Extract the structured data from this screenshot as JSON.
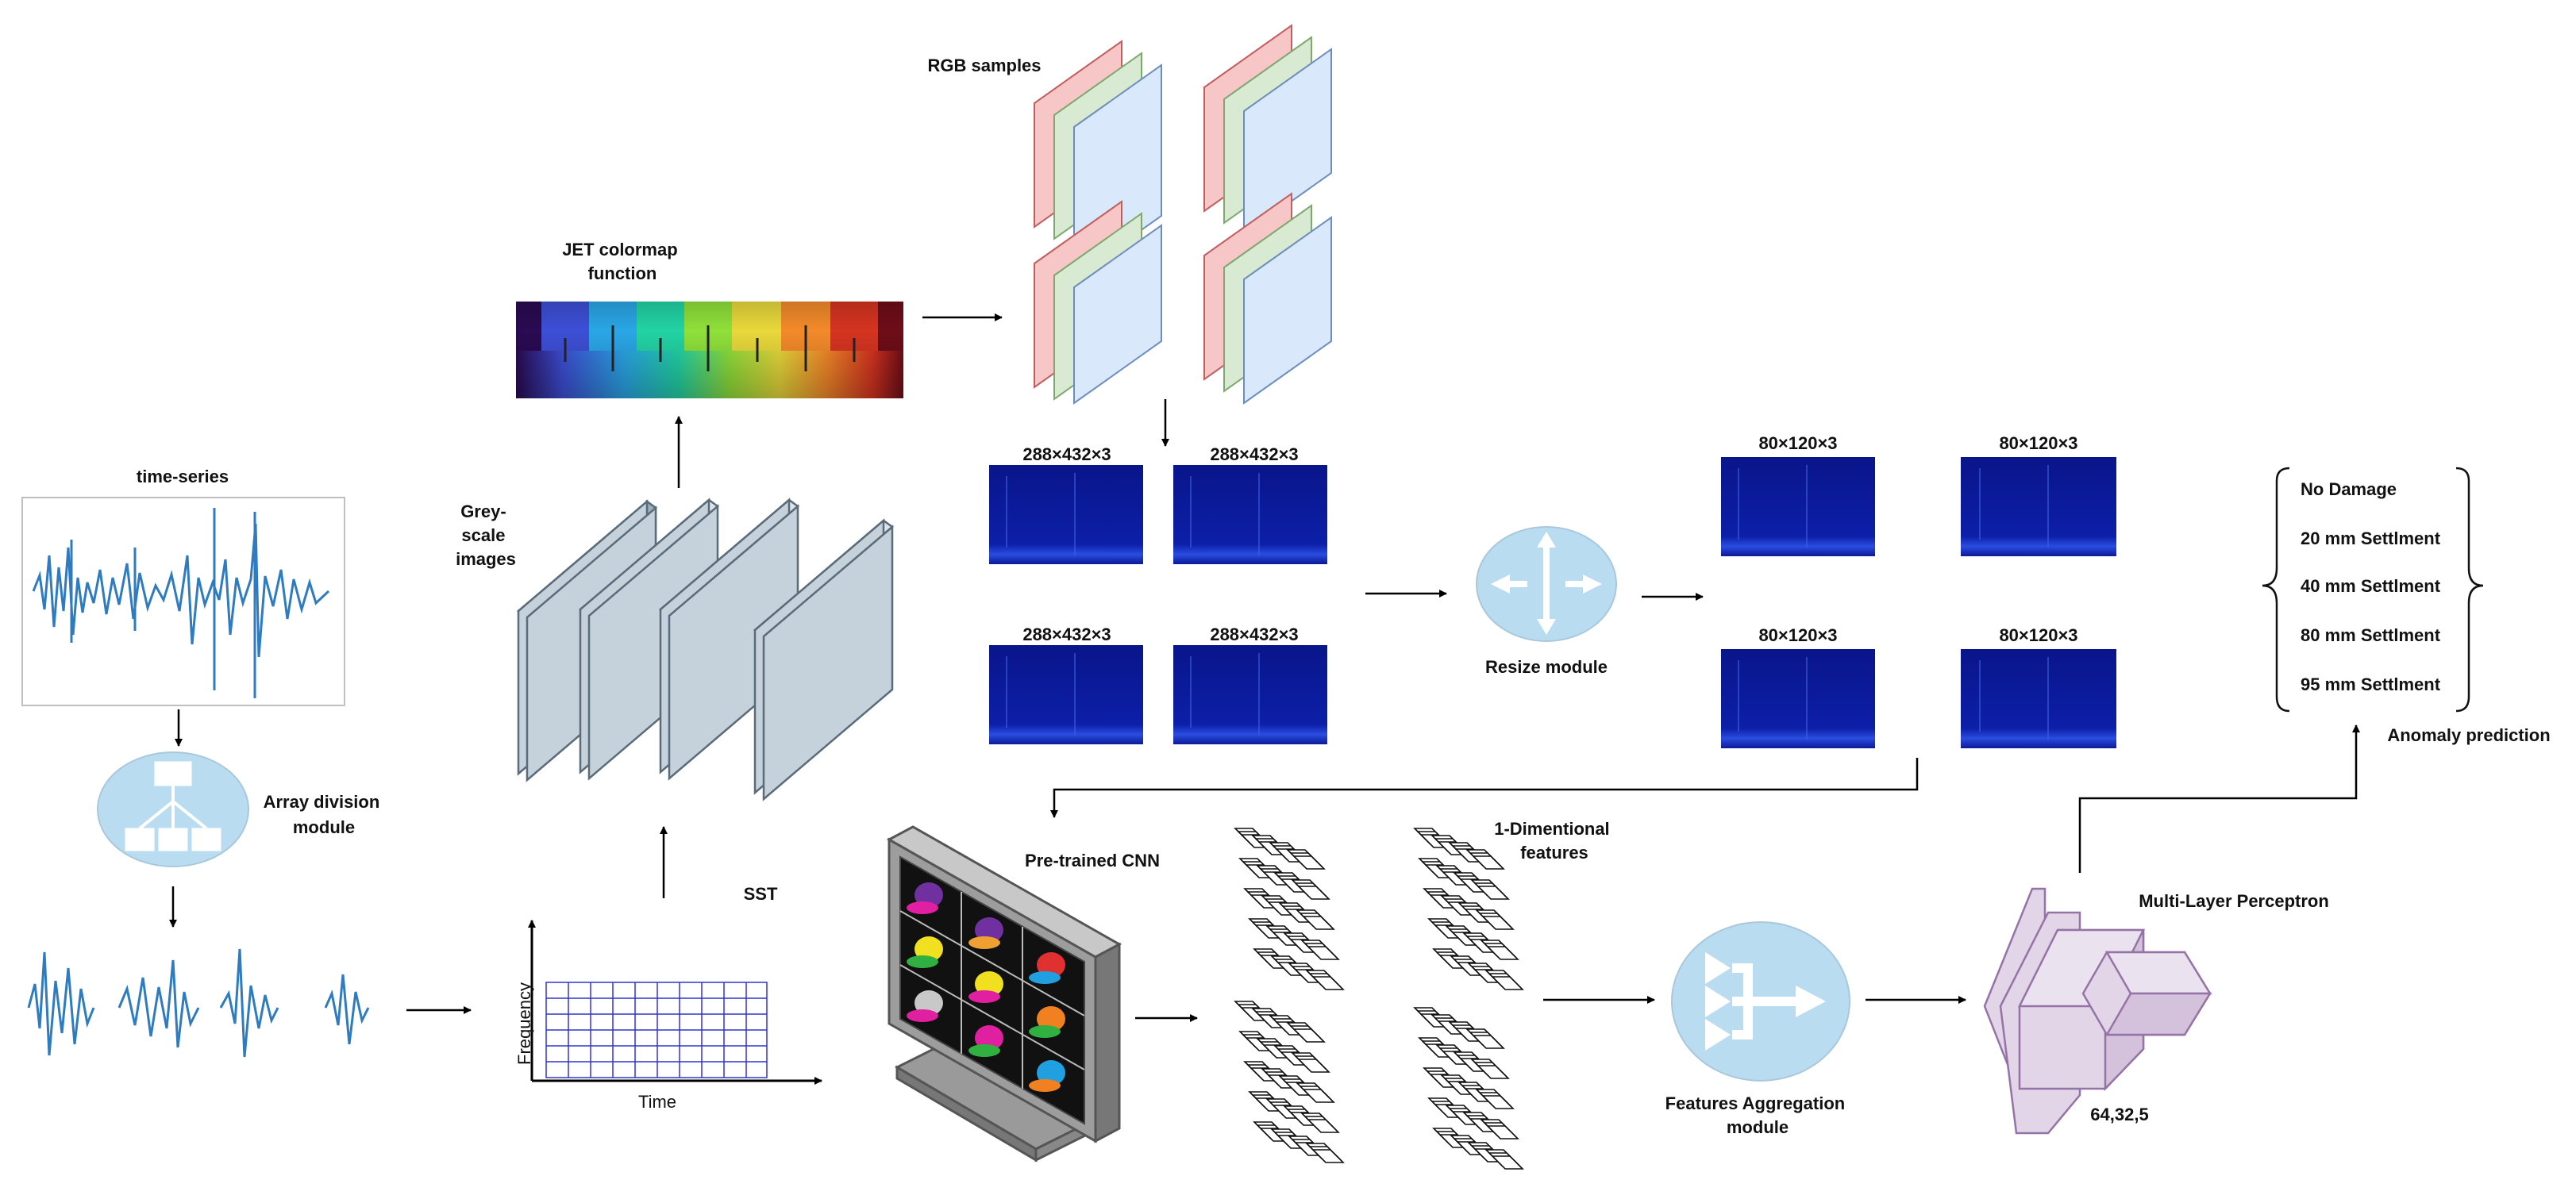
{
  "labels": {
    "time_series": "time-series",
    "array_division": [
      "Array division",
      "module"
    ],
    "grey_scale": [
      "Grey-",
      "scale",
      "images"
    ],
    "jet_colormap": [
      "JET colormap",
      "function"
    ],
    "rgb_samples": "RGB samples",
    "sst": "SST",
    "frequency_axis": "Frequency",
    "time_axis": "Time",
    "resize_module": "Resize module",
    "pretrained_cnn": "Pre-trained CNN",
    "one_d_features": [
      "1-Dimentional",
      "features"
    ],
    "features_aggregation": [
      "Features Aggregation",
      "module"
    ],
    "mlp": "Multi-Layer Perceptron",
    "mlp_layers": "64,32,5",
    "anomaly_prediction": "Anomaly prediction"
  },
  "spectrogram_sizes": {
    "large": [
      "288×432×3",
      "288×432×3",
      "288×432×3",
      "288×432×3"
    ],
    "small": [
      "80×120×3",
      "80×120×3",
      "80×120×3",
      "80×120×3"
    ]
  },
  "classes": [
    "No Damage",
    "20 mm Settlment",
    "40 mm Settlment",
    "80 mm Settlment",
    "95 mm Settlment"
  ],
  "colors": {
    "signal": "#2f7bbf",
    "module_fill": "#b9dcf0",
    "plate_fill": "#c5d2dc",
    "rgb_red": "#f7c6c6",
    "rgb_green": "#d9ead3",
    "rgb_blue": "#dae8fc",
    "spectrogram": "#0b1a9c",
    "mlp_fill": "#e1d5e7",
    "mlp_stroke": "#9673a6",
    "grid": "#3333cc"
  }
}
